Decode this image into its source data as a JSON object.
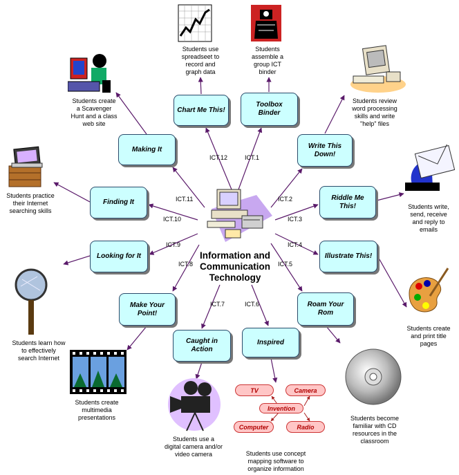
{
  "center": {
    "title": "Information and\nCommunication\nTechnology"
  },
  "nodes": [
    {
      "id": "chart",
      "label": "Chart Me This!",
      "ict": "ICT.12"
    },
    {
      "id": "toolbox",
      "label": "Toolbox\nBinder",
      "ict": "ICT.1"
    },
    {
      "id": "write",
      "label": "Write This\nDown!",
      "ict": "ICT.2"
    },
    {
      "id": "riddle",
      "label": "Riddle Me\nThis!",
      "ict": "ICT.3"
    },
    {
      "id": "illustrate",
      "label": "Illustrate This!",
      "ict": "ICT.4"
    },
    {
      "id": "roam",
      "label": "Roam Your\nRom",
      "ict": "ICT.5"
    },
    {
      "id": "inspired",
      "label": "Inspired",
      "ict": "ICT.6"
    },
    {
      "id": "caught",
      "label": "Caught in\nAction",
      "ict": "ICT.7"
    },
    {
      "id": "point",
      "label": "Make Your\nPoint!",
      "ict": "ICT.8"
    },
    {
      "id": "looking",
      "label": "Looking for It",
      "ict": "ICT.9"
    },
    {
      "id": "finding",
      "label": "Finding It",
      "ict": "ICT.10"
    },
    {
      "id": "making",
      "label": "Making It",
      "ict": "ICT.11"
    }
  ],
  "captions": {
    "chart": "Students use\nspreadseet to\nrecord and\ngraph data",
    "toolbox": "Students\nassemble a\ngroup ICT\nbinder",
    "write": "Students review\nword processing\nskills and write\n\"help\" files",
    "riddle": "Students write,\nsend, receive\nand reply to\nemails",
    "illustrate": "Students create\nand print title\npages",
    "roam": "Students become\nfamiliar with CD\nresources in the\nclassroom",
    "inspired": "Students use concept\nmapping software to\norganize information",
    "caught": "Students use a\ndigital camera and/or\nvideo camera",
    "point": "Students create\nmultimedia\npresentations",
    "looking": "Students learn how\nto effectively\nsearch Internet",
    "finding": "Students practice\ntheir Internet\nsearching skills",
    "making": "Students create\na Scavenger\nHunt and a class\nweb site"
  },
  "concept_map": {
    "center": "Invention",
    "items": [
      "TV",
      "Camera",
      "Computer",
      "Radio"
    ]
  },
  "colors": {
    "node_fill": "#ccffff",
    "arrow": "#5a1a6a",
    "concept_fill": "#ffc6c6"
  }
}
